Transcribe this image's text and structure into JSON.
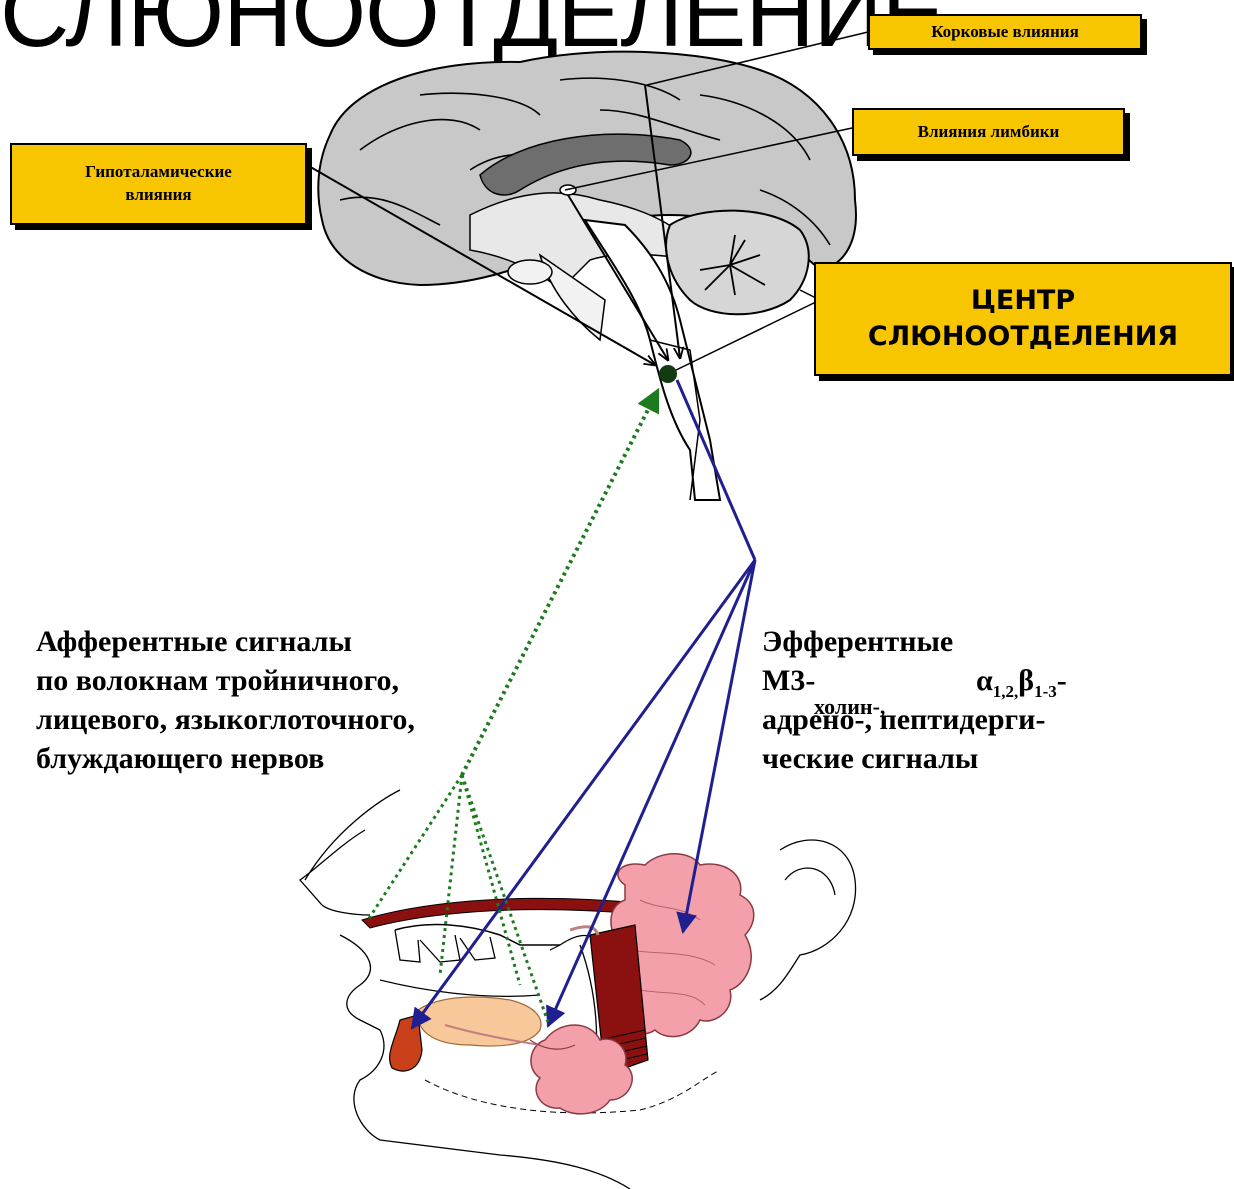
{
  "title": "СЛЮНООТДЕЛЕНИЕ",
  "labels": {
    "cortex": "Корковые влияния",
    "limbic": "Влияния лимбики",
    "hypothalamic_line1": "Гипоталамические",
    "hypothalamic_line2": "влияния",
    "center_line1": "ЦЕНТР",
    "center_line2": "СЛЮНООТДЕЛЕНИЯ"
  },
  "afferent": {
    "line1": "Афферентные сигналы",
    "line2": "по волокнам тройничного,",
    "line3": "лицевого, языкоглоточного,",
    "line4": "блуждающего нервов"
  },
  "efferent": {
    "line1": "Эфферентные",
    "m3": "М3-",
    "alpha": "α",
    "alpha_sub": "1,2,",
    "beta": "β",
    "beta_sub": "1-3",
    "beta_suffix": "-",
    "choline": "холин-,",
    "line3": "адрено-, пептидерги-",
    "line4": "ческие сигналы"
  },
  "colors": {
    "label_fill": "#f7c600",
    "efferent_arrow": "#1f1f8f",
    "afferent_arrow": "#1e7a1e",
    "gland_pink": "#f4a0aa",
    "muscle_red": "#8b1010"
  }
}
